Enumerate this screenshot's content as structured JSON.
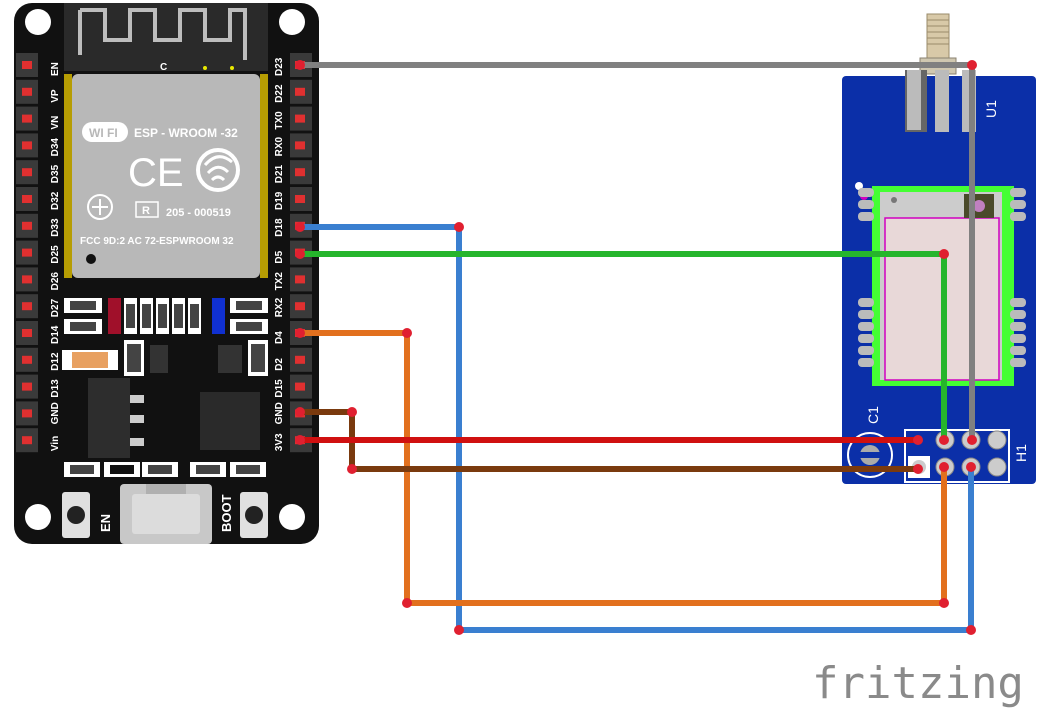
{
  "esp32": {
    "left_pins": [
      "EN",
      "VP",
      "VN",
      "D34",
      "D35",
      "D32",
      "D33",
      "D25",
      "D26",
      "D27",
      "D14",
      "D12",
      "D13",
      "GND",
      "Vin"
    ],
    "right_pins": [
      "D23",
      "D22",
      "TX0",
      "RX0",
      "D21",
      "D19",
      "D18",
      "D5",
      "TX2",
      "RX2",
      "D4",
      "D2",
      "D15",
      "GND",
      "3V3"
    ],
    "module_top_label": "C",
    "module_line1": "ESP - WROOM -32",
    "wifi_logo": "WI FI",
    "ce_mark": "CE",
    "r_mark": "R",
    "cert_number": "205 - 000519",
    "fcc_line": "FCC 9D:2 AC 72-ESPWROOM  32",
    "button_en": "EN",
    "button_boot": "BOOT"
  },
  "rf_module": {
    "u1_label": "U1",
    "c1_label": "C1",
    "h1_label": "H1"
  },
  "wires": [
    {
      "name": "wire-gray-d23",
      "color": "#808080"
    },
    {
      "name": "wire-blue-d18",
      "color": "#3a7fd0"
    },
    {
      "name": "wire-green-d5",
      "color": "#26b52c"
    },
    {
      "name": "wire-orange-d4",
      "color": "#e2701e"
    },
    {
      "name": "wire-brown-gnd",
      "color": "#7a3a0e"
    },
    {
      "name": "wire-red-3v3",
      "color": "#d01010"
    }
  ],
  "brand": "fritzing"
}
